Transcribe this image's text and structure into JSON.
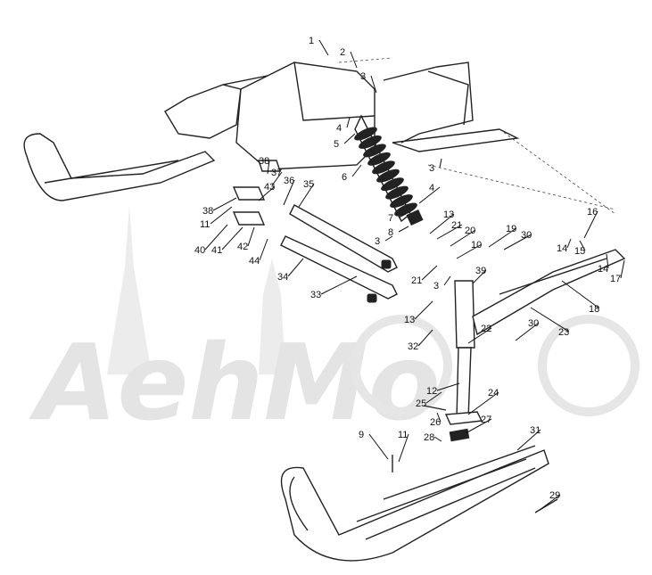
{
  "diagram": {
    "watermark": "AehMoTo",
    "callouts": [
      "1",
      "2",
      "3",
      "4",
      "5",
      "6",
      "3",
      "4",
      "7",
      "8",
      "3",
      "13",
      "21",
      "20",
      "10",
      "19",
      "30",
      "21",
      "3",
      "39",
      "13",
      "16",
      "14",
      "15",
      "14",
      "17",
      "18",
      "23",
      "30",
      "22",
      "32",
      "12",
      "24",
      "25",
      "26",
      "28",
      "27",
      "31",
      "9",
      "11",
      "29",
      "38",
      "37",
      "43",
      "36",
      "35",
      "38",
      "11",
      "40",
      "41",
      "42",
      "44",
      "34",
      "33"
    ]
  }
}
